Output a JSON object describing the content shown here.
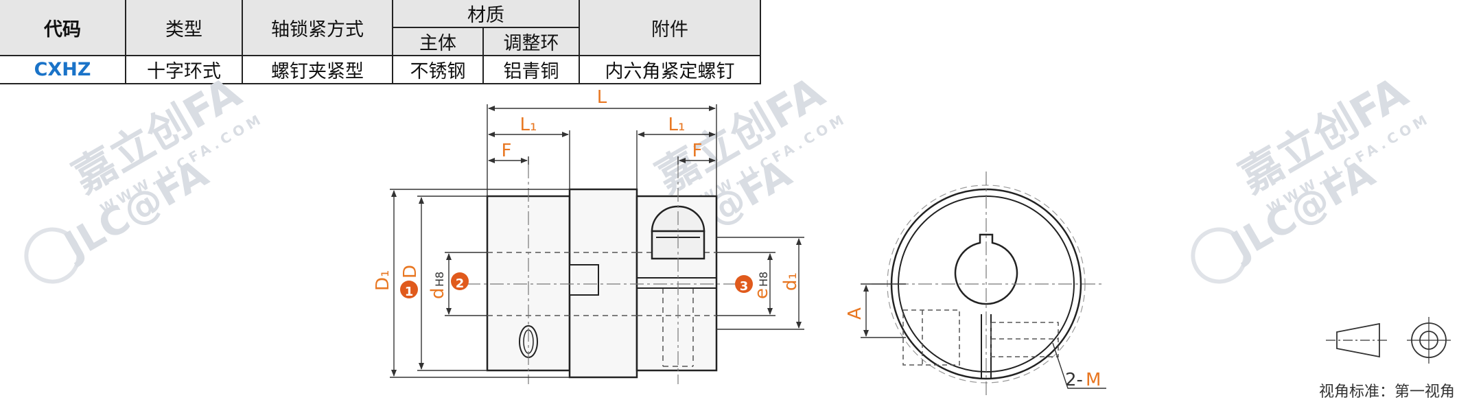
{
  "table": {
    "headers": {
      "code": "代码",
      "type": "类型",
      "lock": "轴锁紧方式",
      "material": "材质",
      "body": "主体",
      "adjust_ring": "调整环",
      "accessory": "附件"
    },
    "row": {
      "code": "CXHZ",
      "type": "十字环式",
      "lock": "螺钉夹紧型",
      "body": "不锈钢",
      "adjust_ring": "铝青铜",
      "accessory": "内六角紧定螺钉"
    }
  },
  "drawing": {
    "dims": {
      "L": "L",
      "L1_left": "L₁",
      "L1_right": "L₁",
      "F_left": "F",
      "F_right": "F",
      "D1": "D₁",
      "D": "D",
      "d": "d",
      "d_tol": "H8",
      "e": "e",
      "e_tol": "H8",
      "d1": "d₁",
      "A": "A",
      "M_prefix": "2-",
      "M": "M"
    },
    "callouts": [
      "1",
      "2",
      "3"
    ],
    "projection_label": "视角标准：第一视角"
  },
  "watermark": {
    "logo": "JLC@FA",
    "brand": "嘉立创FA",
    "url": "WWW.JLCFA.COM"
  },
  "colors": {
    "accent": "#e87722",
    "code": "#1a73c8",
    "callout": "#e05a1c",
    "header_bg": "#e6e6e6"
  }
}
